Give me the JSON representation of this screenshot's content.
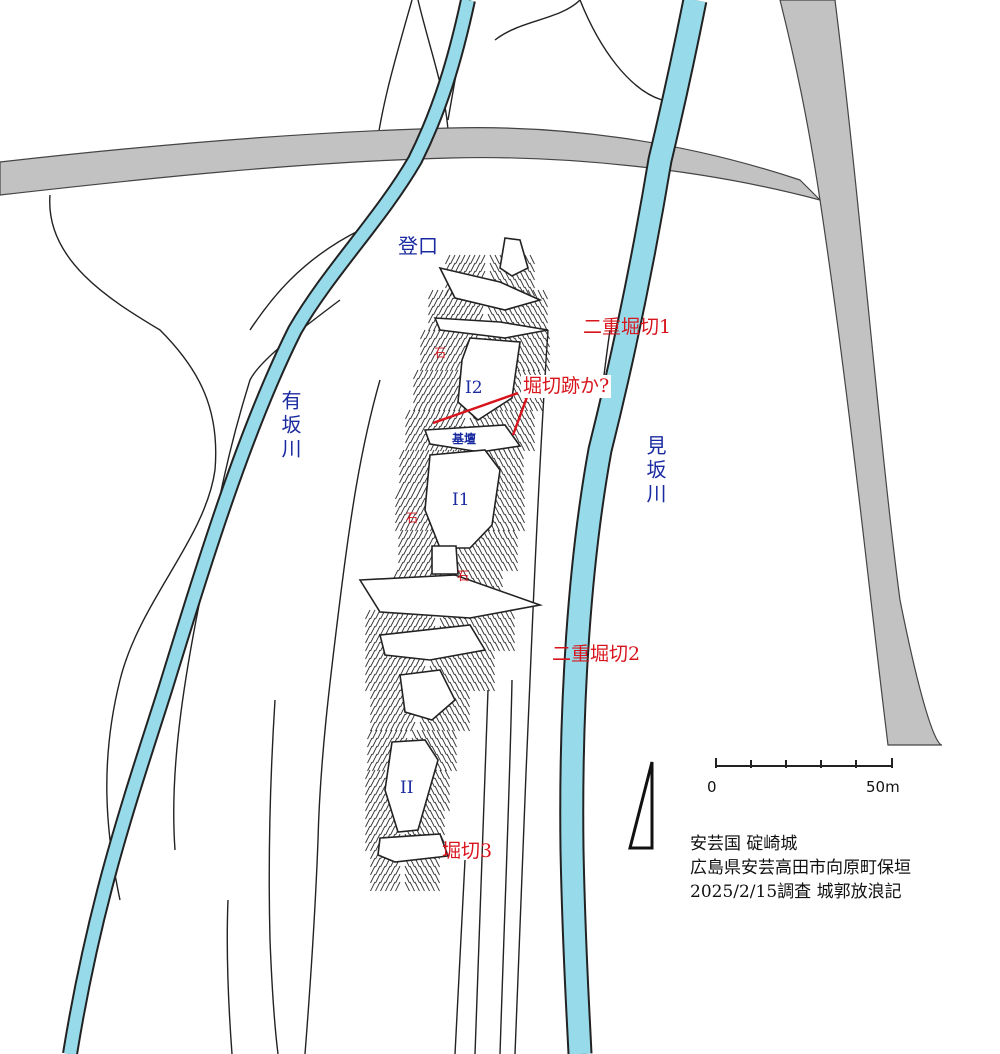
{
  "colors": {
    "river": "#97dbea",
    "road": "#c2c2c2",
    "label_blue": "#1a2aa0",
    "label_red": "#d8141c",
    "line": "#222222"
  },
  "labels": {
    "entrance": "登口",
    "arisaka_river": "有坂川",
    "misaka_river": "見坂川",
    "double_moat_1": "二重堀切1",
    "double_moat_2": "二重堀切2",
    "moat_trace": "堀切跡か?",
    "moat_3": "堀切3",
    "enclosure_i1": "I1",
    "enclosure_i2": "I2",
    "enclosure_ii": "II",
    "foundation": "基壇",
    "stone": "石"
  },
  "scale": {
    "start": "0",
    "end": "50m"
  },
  "north_arrow": "north-arrow-icon",
  "notes": {
    "line1": "安芸国 碇崎城",
    "line2": "広島県安芸高田市向原町保垣",
    "line3": "2025/2/15調査 城郭放浪記"
  }
}
